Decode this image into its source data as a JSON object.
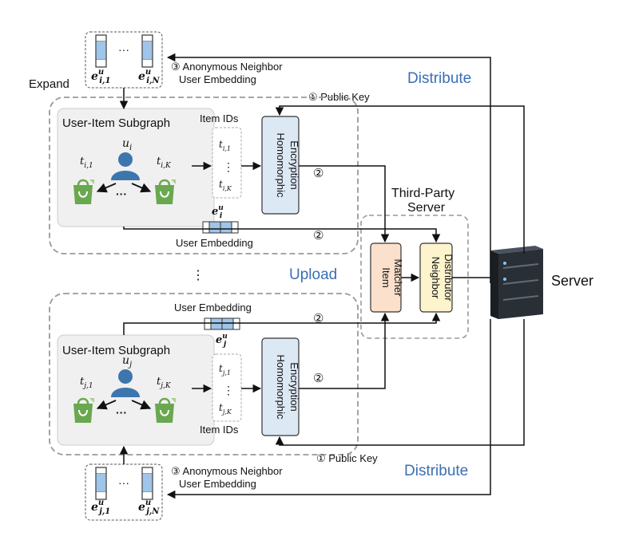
{
  "labels": {
    "expand": "Expand",
    "distribute_top": "Distribute",
    "distribute_bottom": "Distribute",
    "upload": "Upload",
    "third_party_1": "Third-Party",
    "third_party_2": "Server",
    "server": "Server",
    "public_key_top": "① Public Key",
    "public_key_bottom": "① Public Key",
    "anon_top_1": "③ Anonymous Neighbor",
    "anon_top_2": "User Embedding",
    "anon_bottom_1": "③ Anonymous Neighbor",
    "anon_bottom_2": "User Embedding",
    "step2": "②",
    "subgraph_top": "User-Item Subgraph",
    "subgraph_bottom": "User-Item Subgraph",
    "item_ids_top": "Item IDs",
    "item_ids_bottom": "Item IDs",
    "user_embedding_top": "User Embedding",
    "user_embedding_bottom": "User Embedding",
    "he_top_1": "Homomorphic",
    "he_top_2": "Encryption",
    "he_bottom_1": "Homomorphic",
    "he_bottom_2": "Encryption",
    "item_matcher_1": "Item",
    "item_matcher_2": "Matcher",
    "neighbor_dist_1": "Neighbor",
    "neighbor_dist_2": "Distributor",
    "ellipsis": "⋮",
    "dots": "···"
  },
  "math": {
    "u_i": "u",
    "u_i_sub": "i",
    "u_j": "u",
    "u_j_sub": "j",
    "t": "t",
    "t_i1_sub": "i,1",
    "t_iK_sub": "i,K",
    "t_j1_sub": "j,1",
    "t_jK_sub": "j,K",
    "e": "e",
    "e_sup": "u",
    "e_i_sub": "i",
    "e_j_sub": "j",
    "e_i1_sub": "i,1",
    "e_iN_sub": "i,N",
    "e_j1_sub": "j,1",
    "e_jN_sub": "j,N"
  },
  "colors": {
    "he_fill": "#dde8f5",
    "matcher_fill": "#fbe0cc",
    "distributor_fill": "#fdf3cc",
    "bag": "#6aa84f",
    "user": "#3d76ad",
    "accent_blue": "#3b6fb3"
  }
}
